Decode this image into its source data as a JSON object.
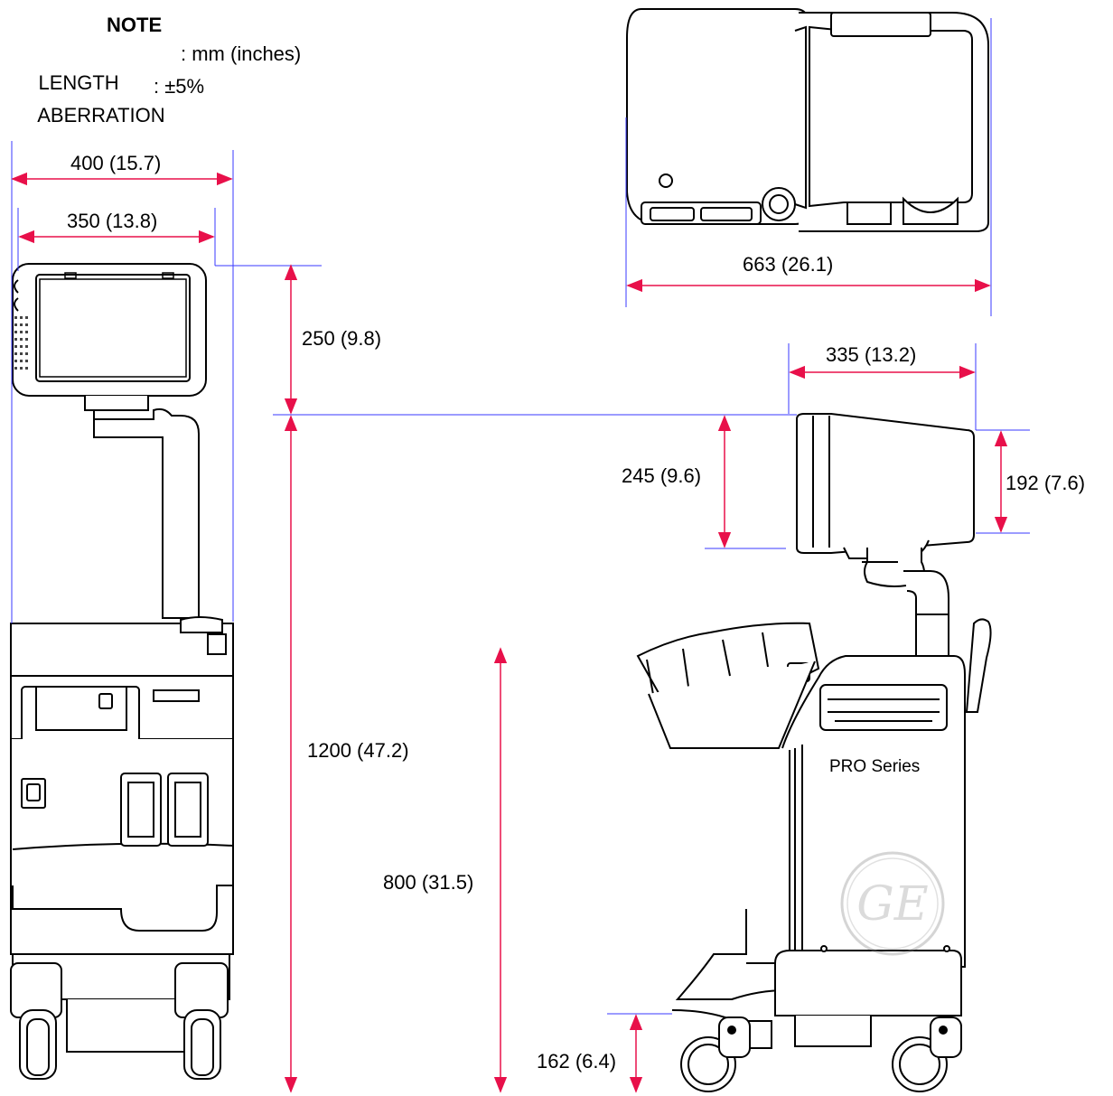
{
  "note": {
    "title": "NOTE",
    "rows": [
      {
        "label": "LENGTH",
        "value": ": mm (inches)"
      },
      {
        "label": "ABERRATION",
        "value": ": ±5%"
      }
    ]
  },
  "dimensions": {
    "front_width_outer": "400 (15.7)",
    "front_width_monitor": "350 (13.8)",
    "top_depth": "663 (26.1)",
    "monitor_height": "250 (9.8)",
    "total_height": "1200 (47.2)",
    "keyboard_height": "800 (31.5)",
    "side_monitor_depth": "335 (13.2)",
    "side_monitor_height": "245 (9.6)",
    "side_monitor_thickness": "192 (7.6)",
    "wheel_clearance": "162 (6.4)"
  },
  "product": {
    "series_label": "PRO Series",
    "logo_text": "GE"
  },
  "colors": {
    "dimension_arrow": "#e8104a",
    "extension_line": "#3a3aff",
    "outline": "#000000"
  }
}
